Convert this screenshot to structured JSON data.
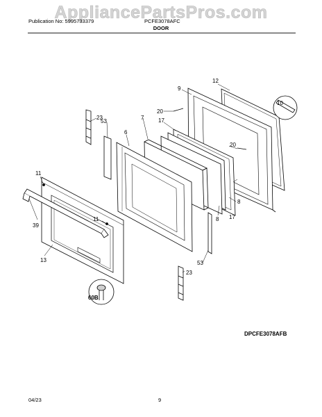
{
  "watermark": "AppliancePartsPros.com",
  "header": {
    "publication": "Publication No: 5995733379",
    "model": "PCFE3078AFC",
    "section_title": "DOOR"
  },
  "callouts": {
    "p12": "12",
    "p9": "9",
    "p10": "10",
    "p20a": "20",
    "p20b": "20",
    "p23a": "23",
    "p53a": "53",
    "p6": "6",
    "p7": "7",
    "p17a": "17",
    "p17b": "17",
    "p8a": "8",
    "p8b": "8",
    "p11a": "11",
    "p11b": "11",
    "p39": "39",
    "p13": "13",
    "p53b": "53",
    "p23b": "23",
    "p60b": "60B"
  },
  "diagram_code": "DPCFE3078AFB",
  "footer": {
    "date": "04/23",
    "page": "9"
  }
}
